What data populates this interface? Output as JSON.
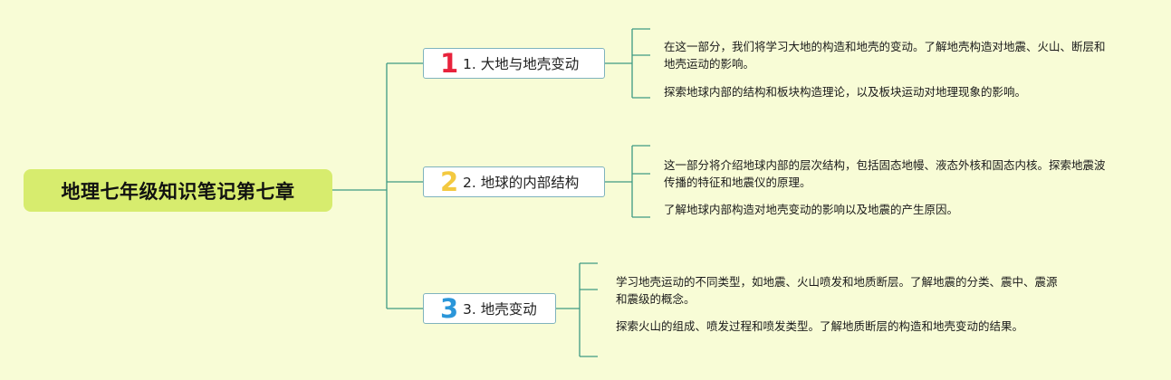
{
  "root": {
    "title": "地理七年级知识笔记第七章"
  },
  "branches": [
    {
      "number": "1",
      "label": "1. 大地与地壳变动",
      "color": "#e8233c",
      "notes": [
        "在这一部分，我们将学习大地的构造和地壳的变动。了解地壳构造对地震、火山、断层和地壳运动的影响。",
        "探索地球内部的结构和板块构造理论，以及板块运动对地理现象的影响。"
      ]
    },
    {
      "number": "2",
      "label": "2. 地球的内部结构",
      "color": "#f3c940",
      "notes": [
        "这一部分将介绍地球内部的层次结构，包括固态地幔、液态外核和固态内核。探索地震波传播的特征和地震仪的原理。",
        "了解地球内部构造对地壳变动的影响以及地震的产生原因。"
      ]
    },
    {
      "number": "3",
      "label": "3. 地壳变动",
      "color": "#2b96d9",
      "notes": [
        "学习地壳运动的不同类型，如地震、火山喷发和地质断层。了解地震的分类、震中、震源和震级的概念。",
        "探索火山的组成、喷发过程和喷发类型。了解地质断层的构造和地壳变动的结果。"
      ]
    }
  ],
  "colors": {
    "background": "#f8fcd6",
    "root_fill": "#d7ec6e",
    "connector": "#3e9a84",
    "branch_border": "#7fb3bd"
  }
}
